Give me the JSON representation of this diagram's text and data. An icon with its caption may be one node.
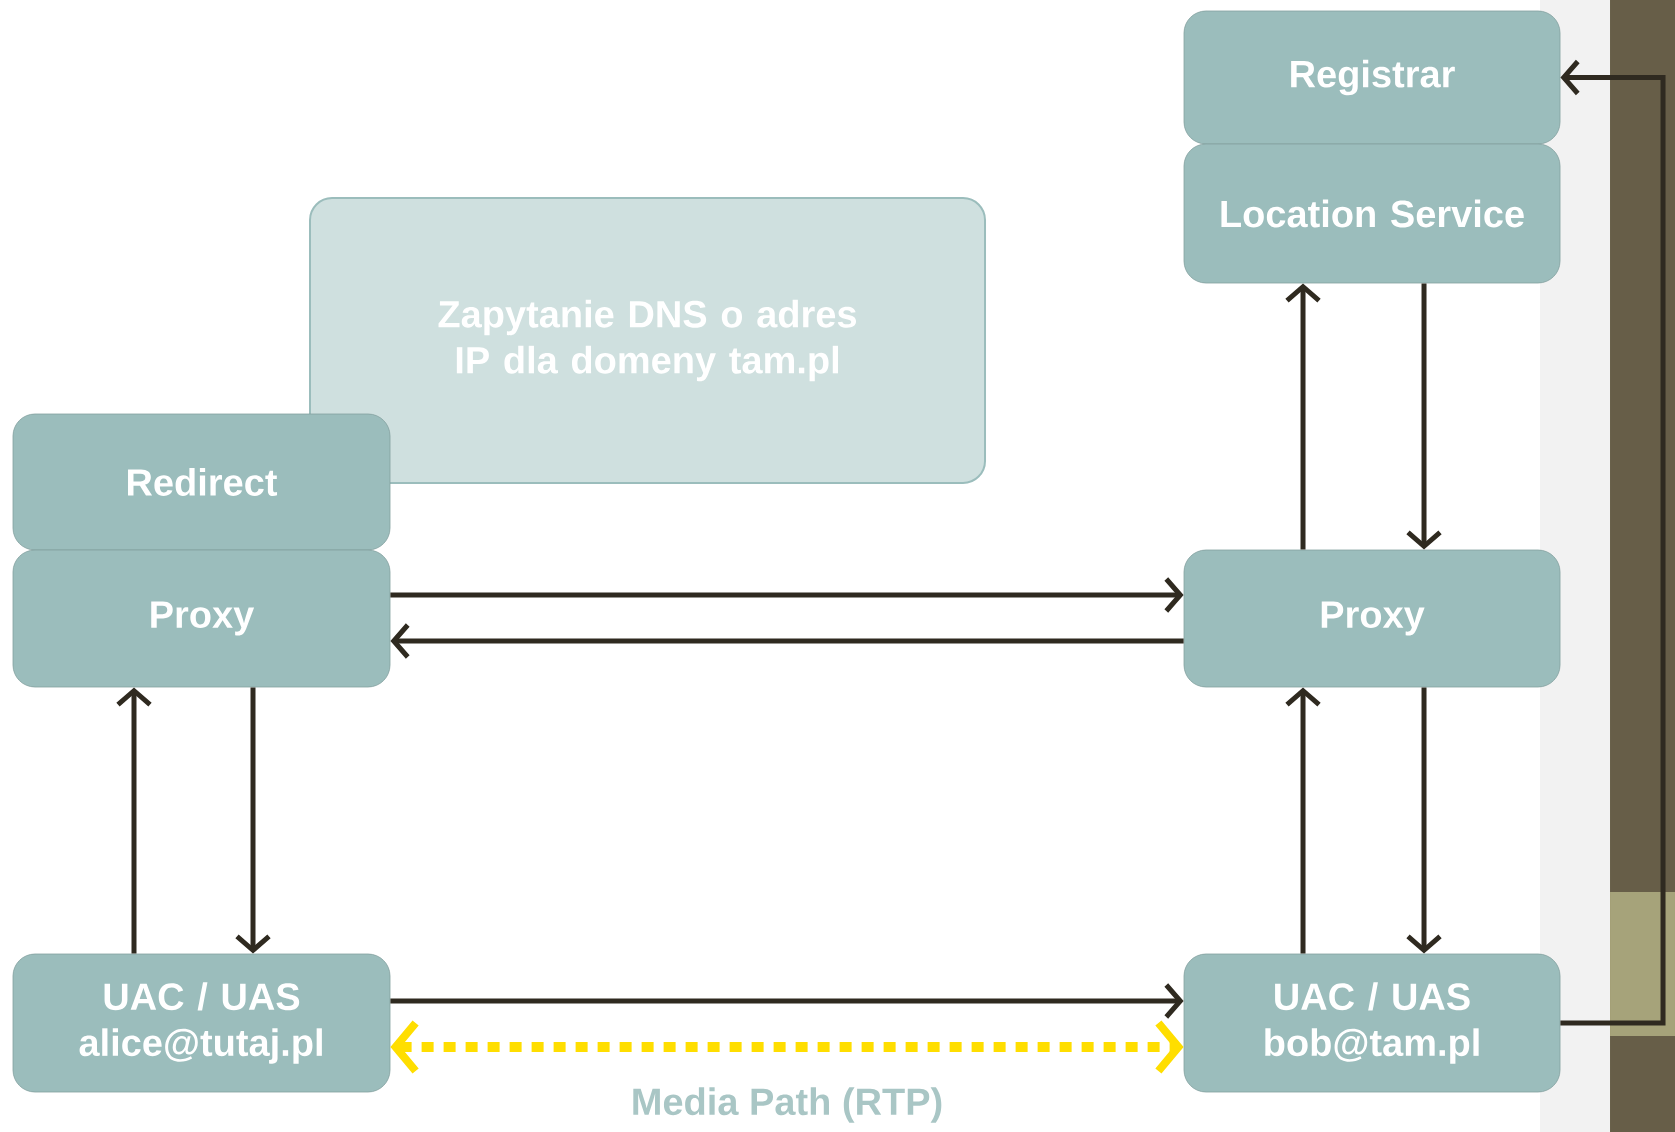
{
  "diagram": {
    "nodes": [
      {
        "text": [
          "Registrar"
        ]
      },
      {
        "text": [
          "Location Service"
        ]
      },
      {
        "text": [
          "Zapytanie DNS o adres IP dla domeny tam.pl"
        ]
      },
      {
        "text": [
          "Redirect"
        ]
      },
      {
        "text": [
          "Proxy"
        ]
      },
      {
        "text": [
          "Proxy"
        ]
      },
      {
        "text": [
          "UAC / UAS alice@tutaj.pl"
        ]
      },
      {
        "text": [
          "UAC / UAS bob@tam.pl"
        ]
      }
    ],
    "edges": [
      {
        "from": 4,
        "to": 5,
        "arrow": "to"
      },
      {
        "from": 5,
        "to": 4,
        "arrow": "to"
      },
      {
        "from": 6,
        "to": 4,
        "arrow": "to"
      },
      {
        "from": 4,
        "to": 6,
        "arrow": "to"
      },
      {
        "from": 6,
        "to": 7,
        "arrow": "to"
      },
      {
        "from": 6,
        "to": 7,
        "arrow": "both",
        "style": "dashed",
        "color": "#ffde00",
        "label": "Media Path (RTP)"
      },
      {
        "from": 7,
        "to": 5,
        "arrow": "to"
      },
      {
        "from": 5,
        "to": 7,
        "arrow": "to"
      },
      {
        "from": 5,
        "to": 1,
        "arrow": "to"
      },
      {
        "from": 1,
        "to": 5,
        "arrow": "to"
      },
      {
        "from": 7,
        "to": 0,
        "arrow": "to"
      }
    ]
  }
}
